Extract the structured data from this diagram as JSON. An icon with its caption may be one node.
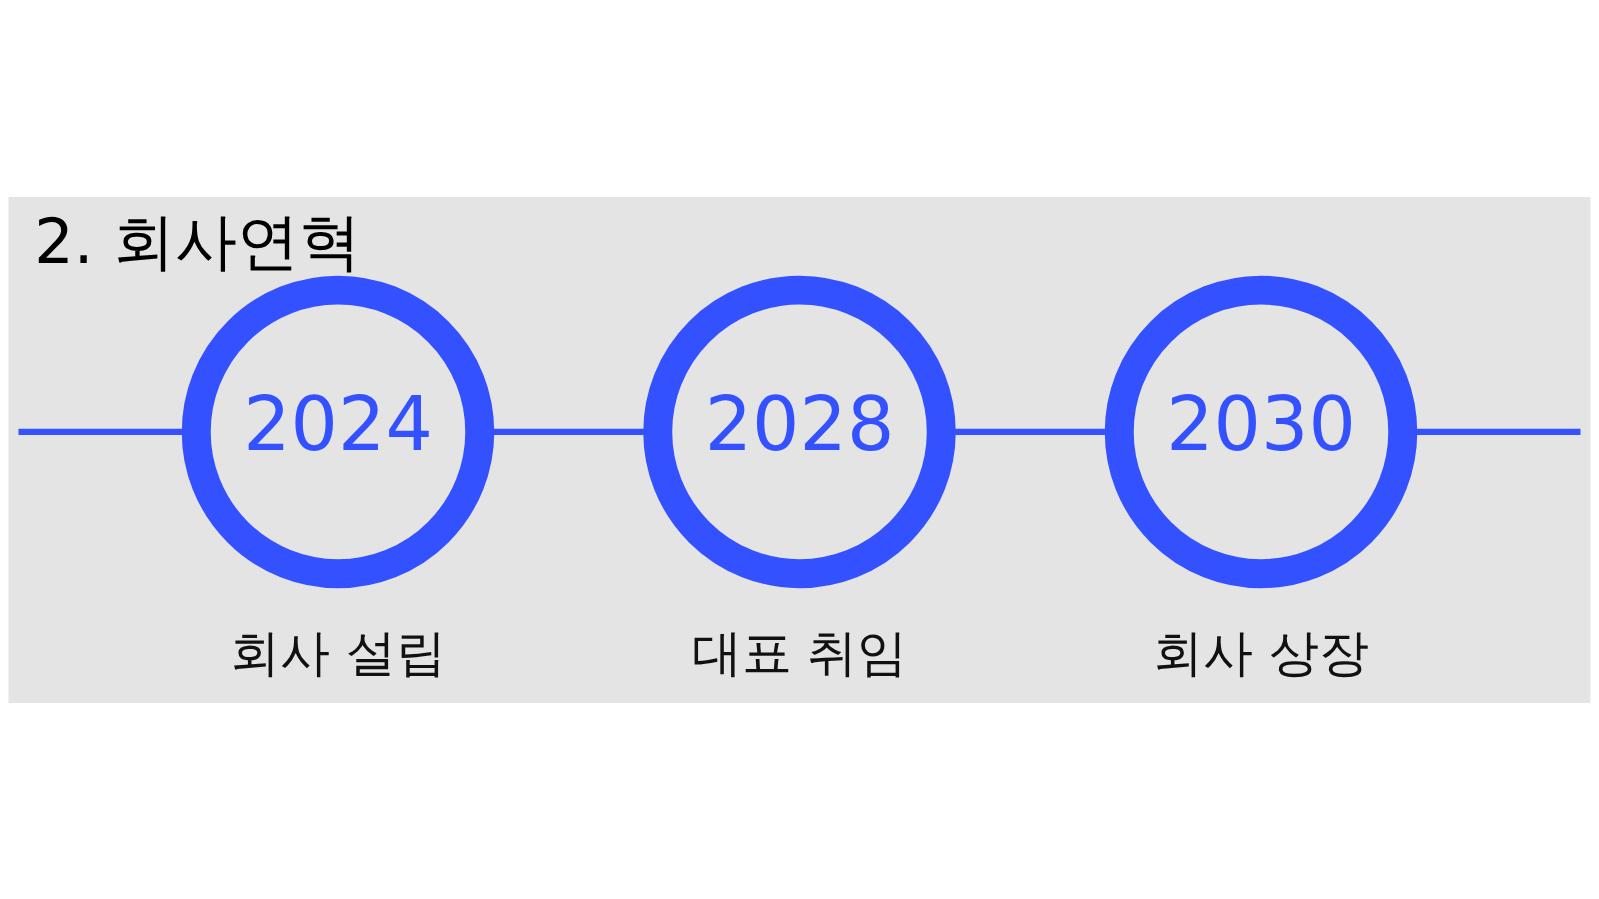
{
  "diagram": {
    "title": "2. 회사연혁",
    "nodes": [
      {
        "text": [
          "2024"
        ],
        "beside": [
          "회사 설립"
        ]
      },
      {
        "text": [
          "2028"
        ],
        "beside": [
          "대표 취임"
        ]
      },
      {
        "text": [
          "2030"
        ],
        "beside": [
          "회사 상장"
        ]
      }
    ],
    "edges": [
      {
        "from": null,
        "to": 0,
        "arrow": "none"
      },
      {
        "from": 0,
        "to": 1,
        "arrow": "none"
      },
      {
        "from": 1,
        "to": 2,
        "arrow": "none"
      },
      {
        "from": 2,
        "to": null,
        "arrow": "none"
      }
    ]
  }
}
